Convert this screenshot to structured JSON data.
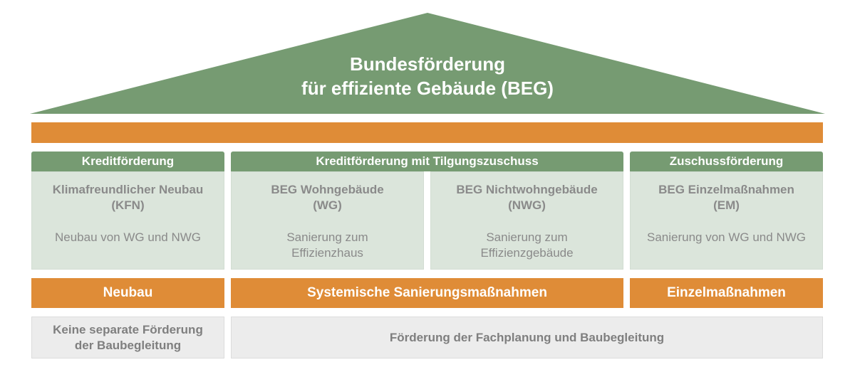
{
  "colors": {
    "green": "#769b72",
    "orange": "#df8c37",
    "panel_bg": "#dbe5db",
    "grey_bg": "#ececec",
    "muted_text": "#8a8a8a"
  },
  "roof": {
    "title_line1": "Bundesförderung",
    "title_line2": "für effiziente Gebäude (BEG)"
  },
  "categories": [
    {
      "label": "Kreditförderung"
    },
    {
      "label": "Kreditförderung mit Tilgungszuschuss"
    },
    {
      "label": "Zuschussförderung"
    }
  ],
  "programs": [
    {
      "title_line1": "Klimafreundlicher Neubau",
      "title_line2": "(KFN)",
      "desc_line1": "Neubau von WG und NWG",
      "desc_line2": ""
    },
    {
      "title_line1": "BEG Wohngebäude",
      "title_line2": "(WG)",
      "desc_line1": "Sanierung zum",
      "desc_line2": "Effizienzhaus"
    },
    {
      "title_line1": "BEG Nichtwohngebäude",
      "title_line2": "(NWG)",
      "desc_line1": "Sanierung zum",
      "desc_line2": "Effizienzgebäude"
    },
    {
      "title_line1": "BEG Einzelmaßnahmen",
      "title_line2": "(EM)",
      "desc_line1": "Sanierung von WG und NWG",
      "desc_line2": ""
    }
  ],
  "measures": [
    {
      "label": "Neubau"
    },
    {
      "label": "Systemische Sanierungsmaßnahmen"
    },
    {
      "label": "Einzelmaßnahmen"
    }
  ],
  "support": [
    {
      "line1": "Keine separate Förderung",
      "line2": "der Baubegleitung"
    },
    {
      "line1": "Förderung der Fachplanung und Baubegleitung",
      "line2": ""
    }
  ]
}
